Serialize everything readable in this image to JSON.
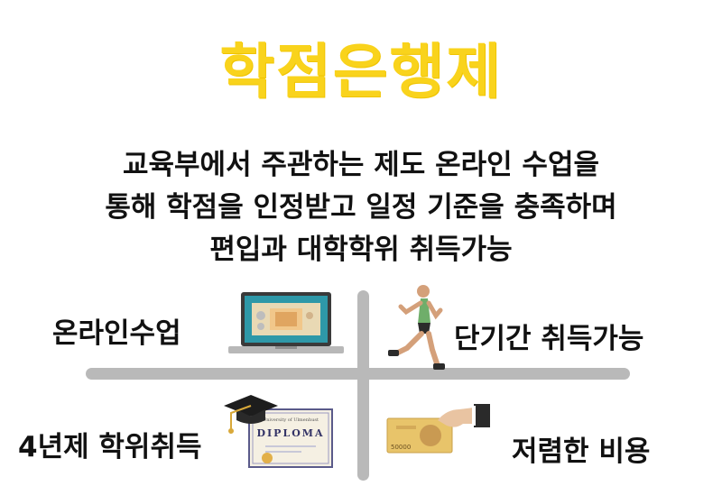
{
  "title": "학점은행제",
  "description": [
    "교육부에서 주관하는 제도 온라인 수업을",
    "통해 학점을 인정받고 일정 기준을 충족하며",
    "편입과 대학학위 취득가능"
  ],
  "quadrants": {
    "online": "온라인수업",
    "short_period": "단기간 취득가능",
    "degree": "4년제 학위취득",
    "low_cost": "저렴한 비용"
  },
  "icons": {
    "online": "laptop-icon",
    "short_period": "runner-icon",
    "degree": "diploma-icon",
    "low_cost": "money-hand-icon"
  },
  "diploma": {
    "word": "DIPLOMA",
    "university": "University of Ulmenhust"
  },
  "banknote": {
    "amount": "50000"
  },
  "colors": {
    "title": "#f9d31c",
    "text": "#111111",
    "divider": "#b9b9b9"
  }
}
